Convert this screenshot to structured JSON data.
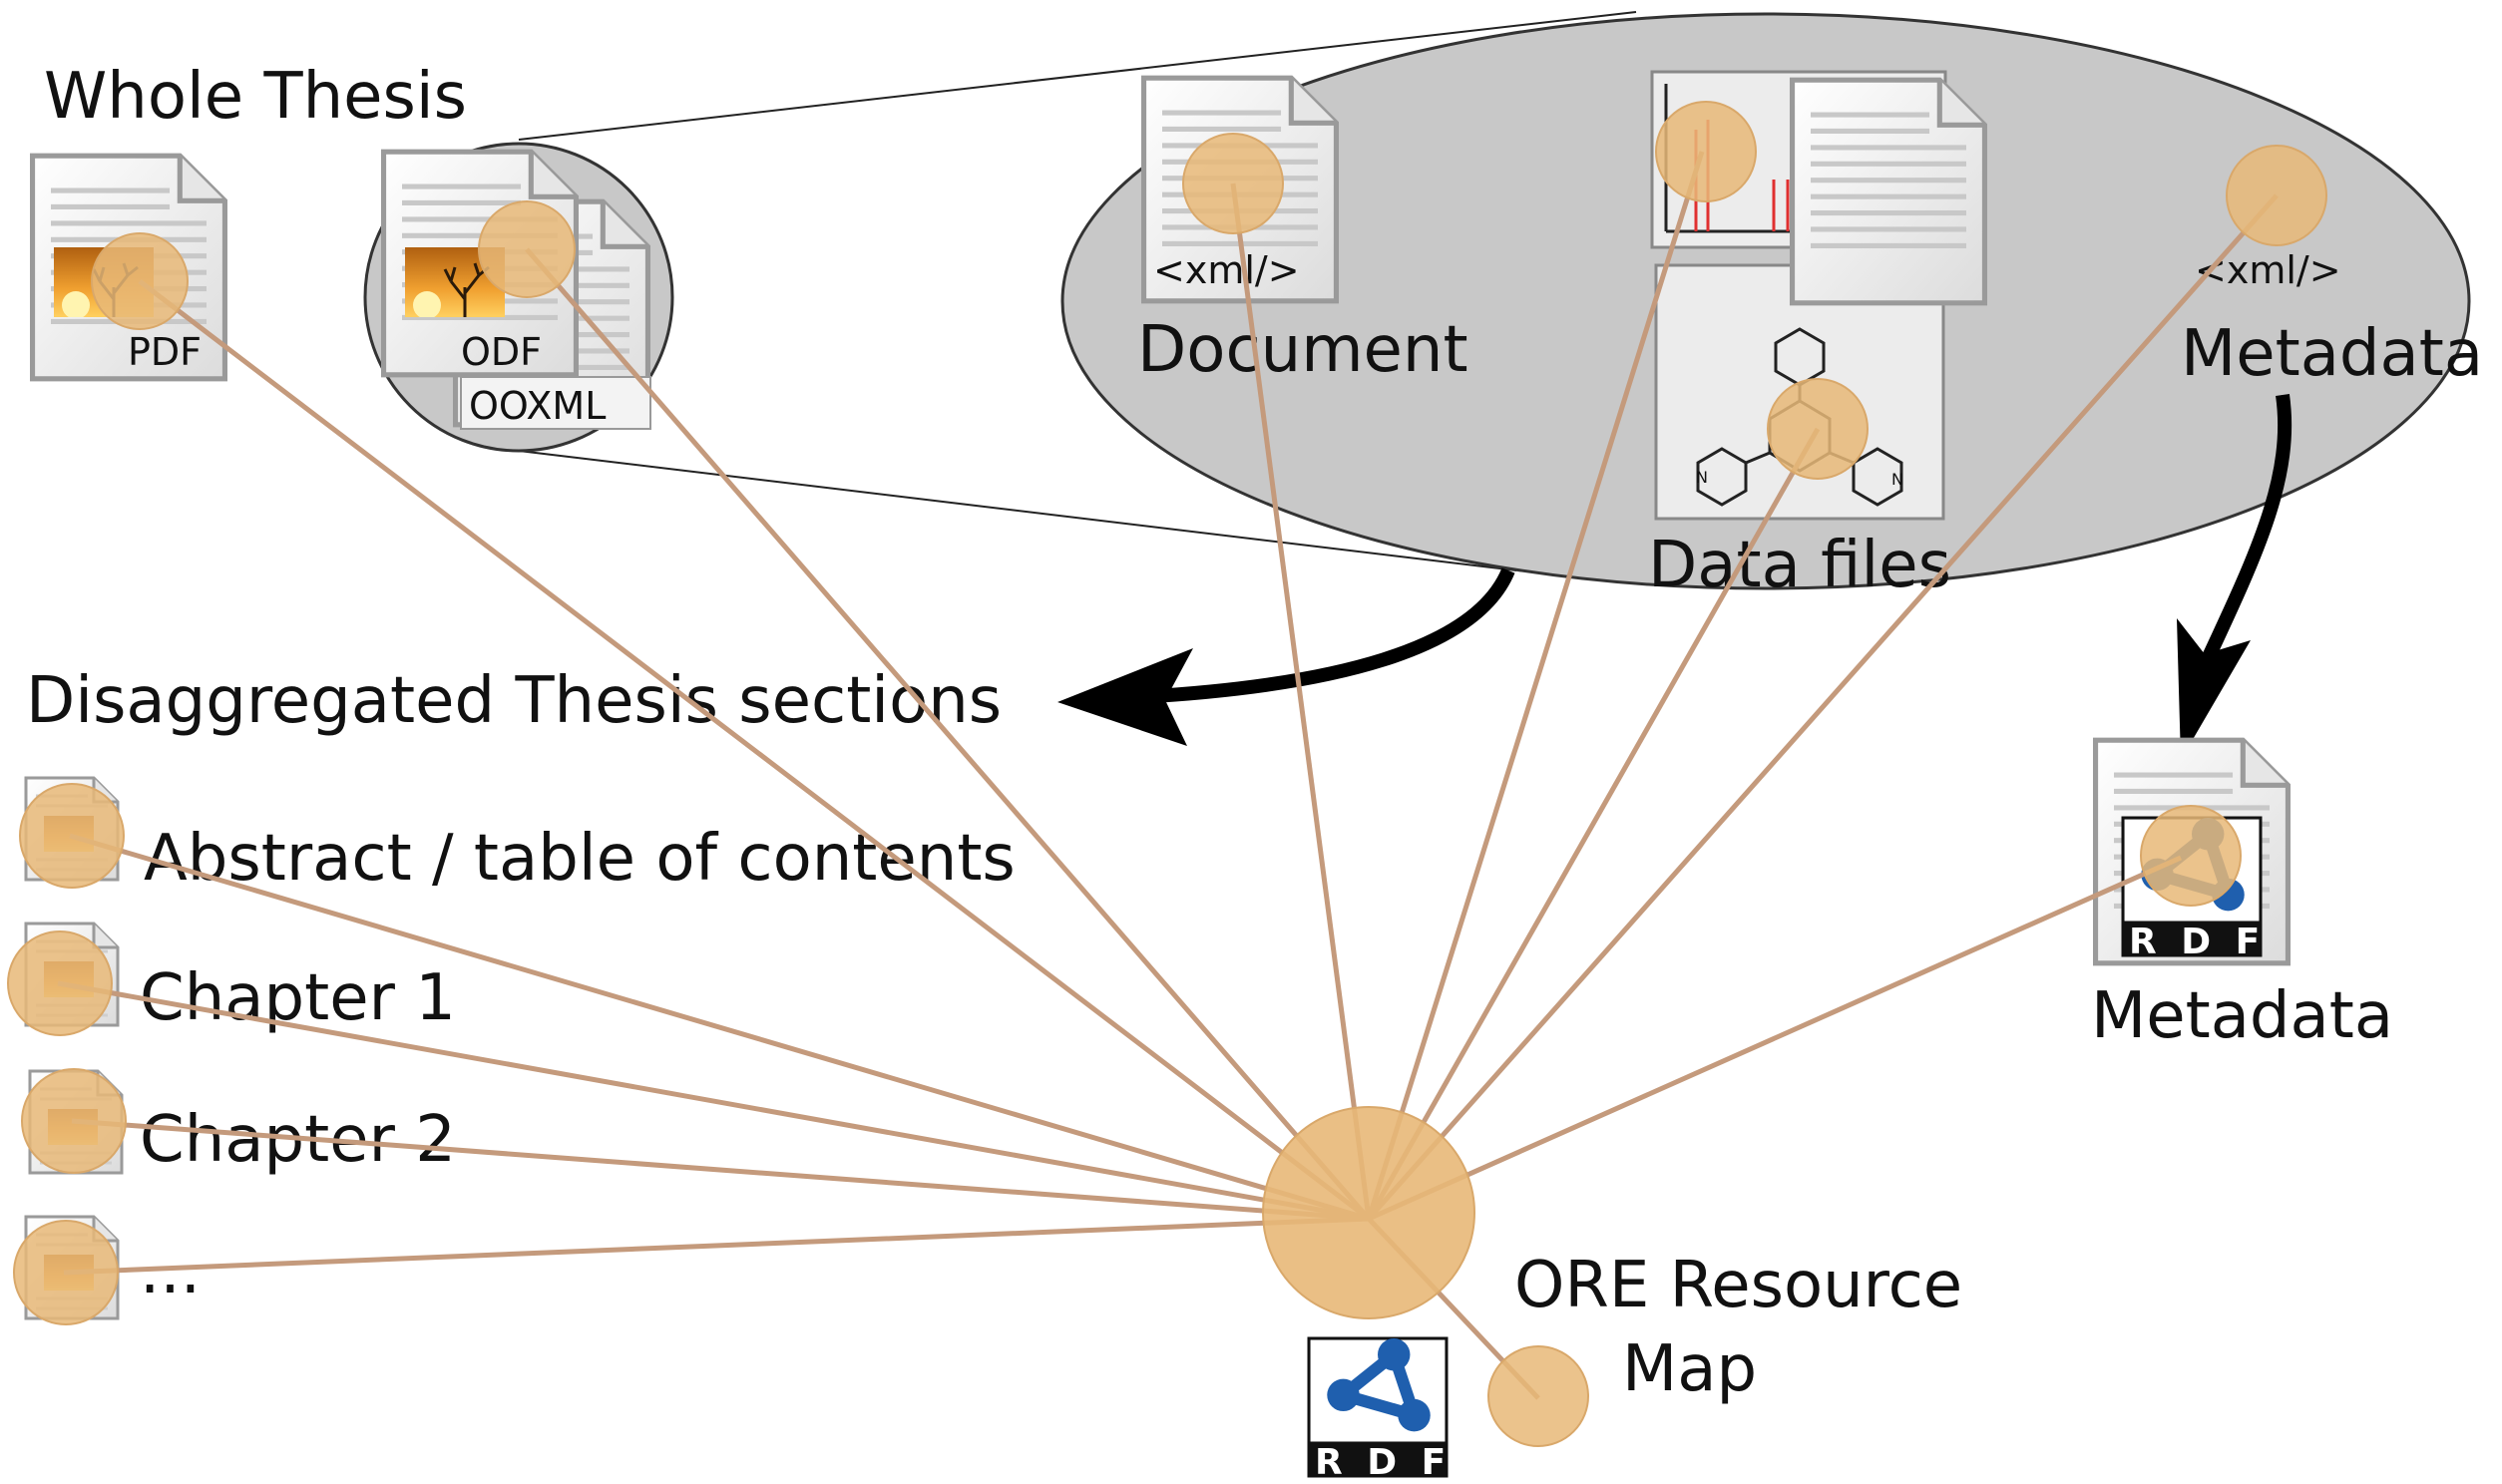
{
  "whole_thesis": {
    "title": "Whole Thesis",
    "pdf_label": "PDF",
    "odf_label": "ODF",
    "ooxml_label": "OOXML"
  },
  "package": {
    "document_tag": "<xml/>",
    "document_label": "Document",
    "data_files_label": "Data files",
    "metadata_tag": "<xml/>",
    "metadata_label": "Metadata"
  },
  "sections": {
    "title": "Disaggregated Thesis sections",
    "items": [
      "Abstract / table of contents",
      "Chapter 1",
      "Chapter 2",
      "..."
    ]
  },
  "rdf_metadata": {
    "label": "Metadata",
    "rdf_text": "R D F"
  },
  "resource_map": {
    "line1": "ORE Resource",
    "line2": "Map",
    "rdf_text": "R D F"
  },
  "colors": {
    "link": "#c49a7c",
    "node": "#e8b878",
    "ellipse": "#c8c8c8",
    "rdf_blue": "#1f5fae"
  }
}
